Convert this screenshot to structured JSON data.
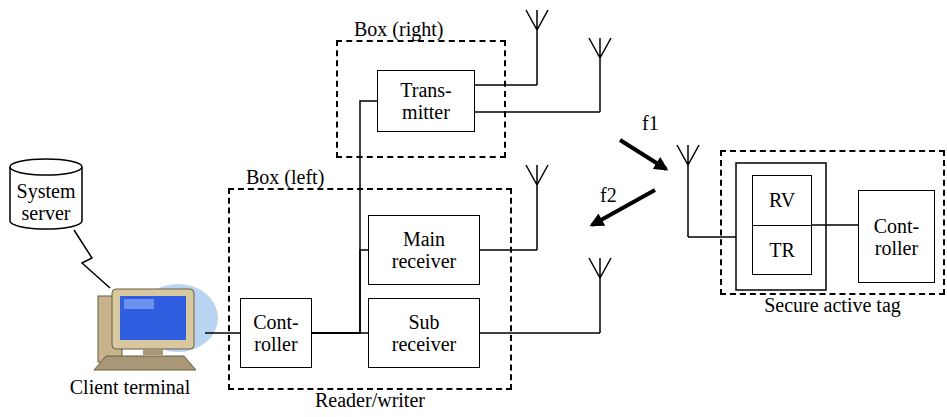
{
  "diagram": {
    "nodes": [
      {
        "text": [
          "System server"
        ]
      },
      {
        "text": [
          "Client terminal"
        ]
      },
      {
        "text": [
          "Box (right)"
        ]
      },
      {
        "text": [
          "Trans- mitter"
        ],
        "in": 2
      },
      {
        "text": [
          "Box (left)",
          "Reader/writer"
        ]
      },
      {
        "text": [
          "Main receiver"
        ],
        "in": 4
      },
      {
        "text": [
          "Cont- roller"
        ],
        "in": 4
      },
      {
        "text": [
          "Sub receiver"
        ],
        "in": 4
      },
      {
        "text": [
          "Secure active tag"
        ]
      },
      {
        "text": [
          "RV",
          "TR"
        ],
        "in": 8
      },
      {
        "text": [
          "Cont- roller"
        ],
        "in": 8
      }
    ],
    "edges": [
      {
        "from": 0,
        "to": 1,
        "arrow": "none"
      },
      {
        "from": 1,
        "to": 6,
        "arrow": "none"
      },
      {
        "from": 6,
        "to": 3,
        "arrow": "none"
      },
      {
        "from": 6,
        "to": 5,
        "arrow": "none"
      },
      {
        "from": 6,
        "to": 7,
        "arrow": "none"
      },
      {
        "from": 9,
        "to": 10,
        "arrow": "none"
      }
    ],
    "labels": [
      "f1",
      "f2"
    ]
  }
}
